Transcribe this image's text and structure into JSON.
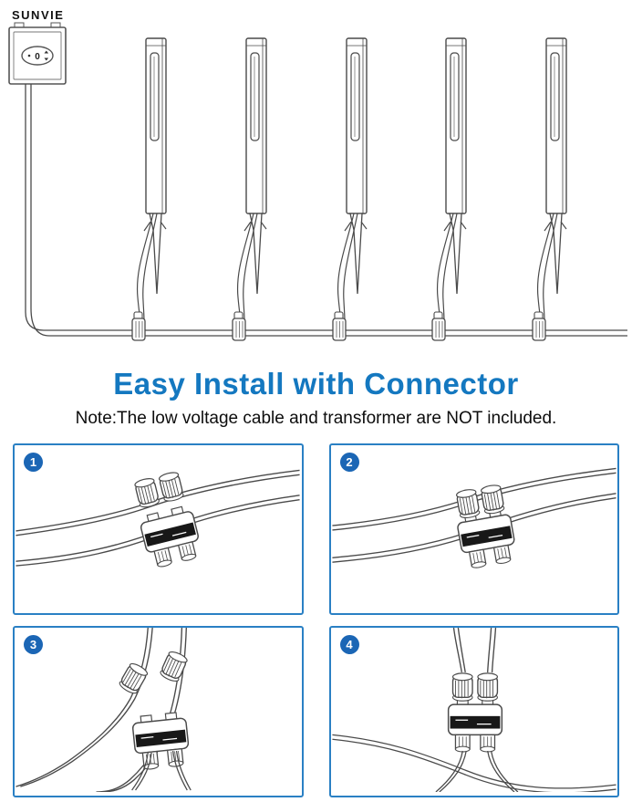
{
  "brand": "SUNVIE",
  "transformer": {
    "display": "0"
  },
  "heading": "Easy Install with Connector",
  "note": "Note:The low voltage cable and transformer are NOT included.",
  "steps": [
    {
      "number": "1"
    },
    {
      "number": "2"
    },
    {
      "number": "3"
    },
    {
      "number": "4"
    }
  ],
  "colors": {
    "accent": "#1478c0",
    "panel_border": "#2a80c4",
    "badge": "#1b66b5",
    "line_art": "#4a4a4a"
  },
  "icons": {
    "power_button": "power-button-icon",
    "path_light": "path-light",
    "cable_connector": "cable-connector"
  }
}
